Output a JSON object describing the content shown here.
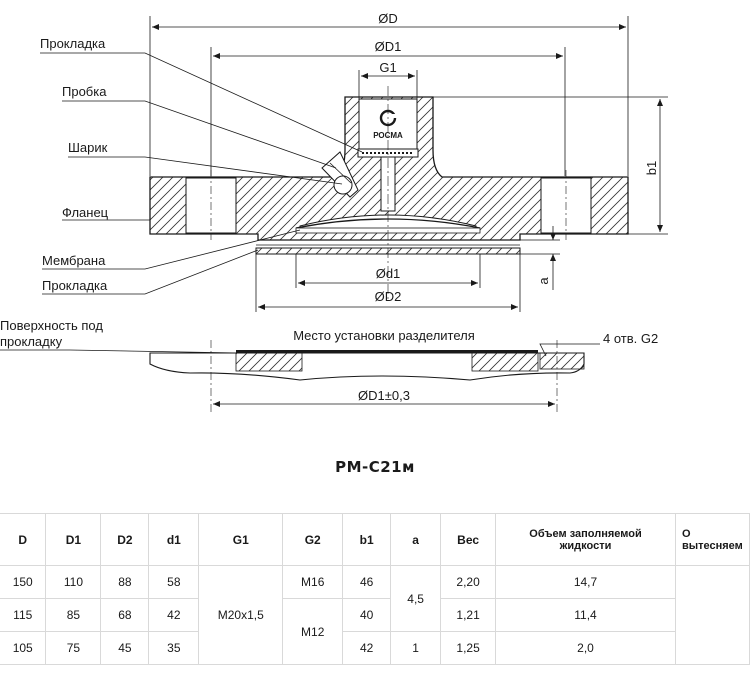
{
  "labels": {
    "gasket_top": "Прокладка",
    "plug": "Пробка",
    "ball": "Шарик",
    "flange": "Фланец",
    "membrane": "Мембрана",
    "gasket_bottom": "Прокладка",
    "surface_line1": "Поверхность под",
    "surface_line2": "прокладку",
    "mount_place": "Место установки разделителя",
    "holes": "4 отв. G2",
    "logo": "РОСМА"
  },
  "dims": {
    "D": "ØD",
    "D1": "ØD1",
    "G1": "G1",
    "b1": "b1",
    "d1": "Ød1",
    "D2": "ØD2",
    "a": "a",
    "D1_tol": "ØD1±0,3"
  },
  "title": "РМ-С21м",
  "table": {
    "headers": [
      "D",
      "D1",
      "D2",
      "d1",
      "G1",
      "G2",
      "b1",
      "a",
      "Вес",
      "Объем заполняемой жидкости",
      "О вытесняем"
    ],
    "rows": [
      [
        "150",
        "110",
        "88",
        "58",
        "M20x1,5",
        "M16",
        "46",
        "4,5",
        "2,20",
        "14,7",
        ""
      ],
      [
        "115",
        "85",
        "68",
        "42",
        "",
        "",
        "40",
        "",
        "1,21",
        "11,4",
        ""
      ],
      [
        "105",
        "75",
        "45",
        "35",
        "",
        "M12",
        "42",
        "1",
        "1,25",
        "2,0",
        ""
      ]
    ]
  },
  "colors": {
    "line": "#1a1a1a",
    "grid": "#d9d9d9",
    "text": "#1a1a1a"
  }
}
